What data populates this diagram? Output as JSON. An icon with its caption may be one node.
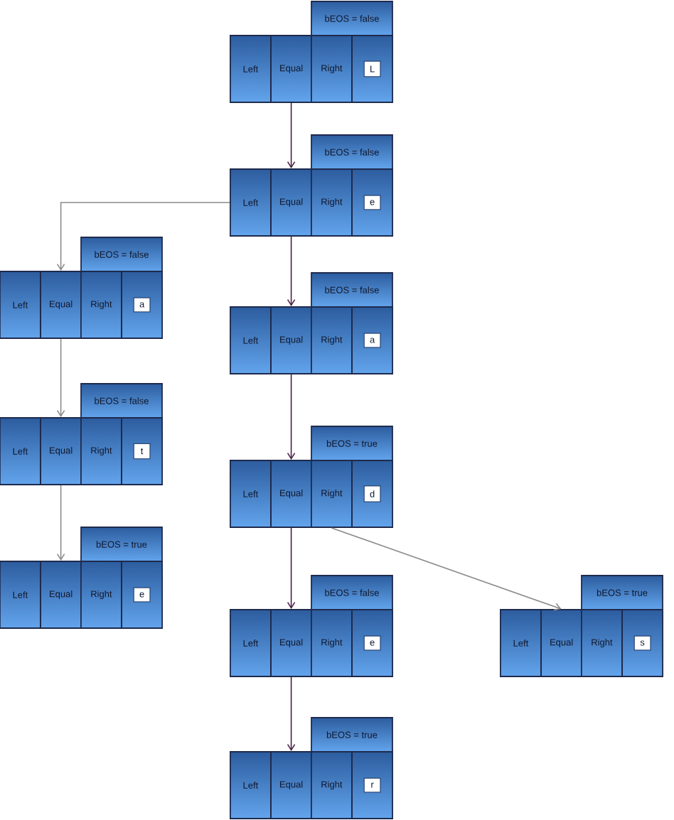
{
  "diagram": {
    "nodes": [
      {
        "text": [
          "bEOS = false"
        ]
      },
      {
        "text": [
          "Left"
        ]
      },
      {
        "text": [
          "Equal"
        ]
      },
      {
        "text": [
          "Right"
        ]
      },
      {
        "text": [
          "L"
        ]
      },
      {
        "text": [
          "bEOS = false"
        ]
      },
      {
        "text": [
          "Left"
        ]
      },
      {
        "text": [
          "Equal"
        ]
      },
      {
        "text": [
          "Right"
        ]
      },
      {
        "text": [
          "e"
        ]
      },
      {
        "text": [
          "bEOS = false"
        ]
      },
      {
        "text": [
          "Left"
        ]
      },
      {
        "text": [
          "Equal"
        ]
      },
      {
        "text": [
          "Right"
        ]
      },
      {
        "text": [
          "a"
        ]
      },
      {
        "text": [
          "bEOS = false"
        ]
      },
      {
        "text": [
          "Left"
        ]
      },
      {
        "text": [
          "Equal"
        ]
      },
      {
        "text": [
          "Right"
        ]
      },
      {
        "text": [
          "a"
        ]
      },
      {
        "text": [
          "bEOS = false"
        ]
      },
      {
        "text": [
          "Left"
        ]
      },
      {
        "text": [
          "Equal"
        ]
      },
      {
        "text": [
          "Right"
        ]
      },
      {
        "text": [
          "t"
        ]
      },
      {
        "text": [
          "bEOS = true"
        ]
      },
      {
        "text": [
          "Left"
        ]
      },
      {
        "text": [
          "Equal"
        ]
      },
      {
        "text": [
          "Right"
        ]
      },
      {
        "text": [
          "d"
        ]
      },
      {
        "text": [
          "bEOS = true"
        ]
      },
      {
        "text": [
          "Left"
        ]
      },
      {
        "text": [
          "Equal"
        ]
      },
      {
        "text": [
          "Right"
        ]
      },
      {
        "text": [
          "e"
        ]
      },
      {
        "text": [
          "bEOS = false"
        ]
      },
      {
        "text": [
          "Left"
        ]
      },
      {
        "text": [
          "Equal"
        ]
      },
      {
        "text": [
          "Right"
        ]
      },
      {
        "text": [
          "e"
        ]
      },
      {
        "text": [
          "bEOS = true"
        ]
      },
      {
        "text": [
          "Left"
        ]
      },
      {
        "text": [
          "Equal"
        ]
      },
      {
        "text": [
          "Right"
        ]
      },
      {
        "text": [
          "s"
        ]
      },
      {
        "text": [
          "bEOS = true"
        ]
      },
      {
        "text": [
          "Left"
        ]
      },
      {
        "text": [
          "Equal"
        ]
      },
      {
        "text": [
          "Right"
        ]
      },
      {
        "text": [
          "r"
        ]
      }
    ],
    "edges": [
      {
        "from": 2,
        "to": 7,
        "arrow": "to"
      },
      {
        "from": 6,
        "to": 12,
        "arrow": "to",
        "color": "#8a8a8a"
      },
      {
        "from": 7,
        "to": 17,
        "arrow": "to"
      },
      {
        "from": 12,
        "to": 22,
        "arrow": "to",
        "color": "#8a8a8a"
      },
      {
        "from": 22,
        "to": 32,
        "arrow": "to",
        "color": "#8a8a8a"
      },
      {
        "from": 17,
        "to": 27,
        "arrow": "to"
      },
      {
        "from": 27,
        "to": 37,
        "arrow": "to"
      },
      {
        "from": 28,
        "to": 42,
        "arrow": "to",
        "color": "#8a8a8a"
      },
      {
        "from": 37,
        "to": 47,
        "arrow": "to"
      }
    ]
  }
}
